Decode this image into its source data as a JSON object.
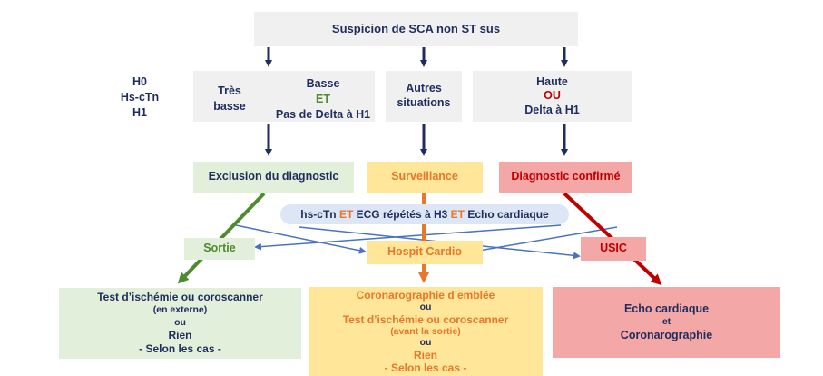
{
  "top": {
    "title": "Suspicion de SCA non ST sus"
  },
  "side_label": {
    "line1": "H0",
    "line2": "Hs-cTn",
    "line3": "H1"
  },
  "row2": {
    "tres_basse": {
      "line1": "Très",
      "line2": "basse"
    },
    "basse": {
      "line1": "Basse",
      "connector": "ET",
      "line3": "Pas de Delta à H1"
    },
    "autres": {
      "line1": "Autres",
      "line2": "situations"
    },
    "haute": {
      "line1": "Haute",
      "connector": "OU",
      "line3": "Delta à H1"
    }
  },
  "row3": {
    "exclusion": "Exclusion du diagnostic",
    "surveillance": "Surveillance",
    "confirme": "Diagnostic confirmé"
  },
  "tests": {
    "part1": "hs-cTn ",
    "et1": "ET",
    "part2": " ECG répétés à H3 ",
    "et2": "ET",
    "part3": " Echo cardiaque"
  },
  "row4": {
    "sortie": "Sortie",
    "hospit": "Hospit Cardio",
    "usic": "USIC"
  },
  "bottom_left": {
    "line1": "Test d’ischémie ou coroscanner",
    "line2": "(en externe)",
    "line3": "ou",
    "line4": "Rien",
    "line5": "- Selon les cas -"
  },
  "bottom_center": {
    "line1": "Coronarographie d’emblée",
    "line2": "ou",
    "line3": "Test d’ischémie ou coroscanner",
    "line4": "(avant la sortie)",
    "line5": "ou",
    "line6": "Rien",
    "line7": "- Selon les cas -"
  },
  "bottom_right": {
    "line1": "Echo cardiaque",
    "line2": "et",
    "line3": "Coronarographie"
  },
  "colors": {
    "navy": "#1f2d5c",
    "green": "#4e8a2e",
    "orange": "#e8762b",
    "red": "#c00000",
    "green_fill": "#e2efda",
    "orange_fill": "#ffe699",
    "red_fill": "#f4a7a7",
    "gray_fill": "#f0f0f0",
    "cross_arrows": "#4a72c4",
    "tests_band": "#dce6f4"
  }
}
